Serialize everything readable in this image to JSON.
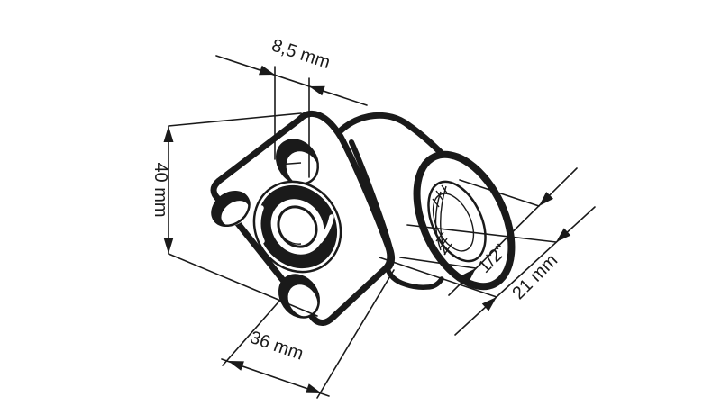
{
  "drawing": {
    "background": "#ffffff",
    "line_color": "#1a1a1a",
    "dimensions": {
      "bolt_hole_diameter": {
        "label": "8,5 mm"
      },
      "flange_height": {
        "label": "40 mm"
      },
      "flange_width": {
        "label": "36 mm"
      },
      "thread_size": {
        "label": "1/2\""
      },
      "port_outer_diameter": {
        "label": "21 mm"
      }
    }
  }
}
